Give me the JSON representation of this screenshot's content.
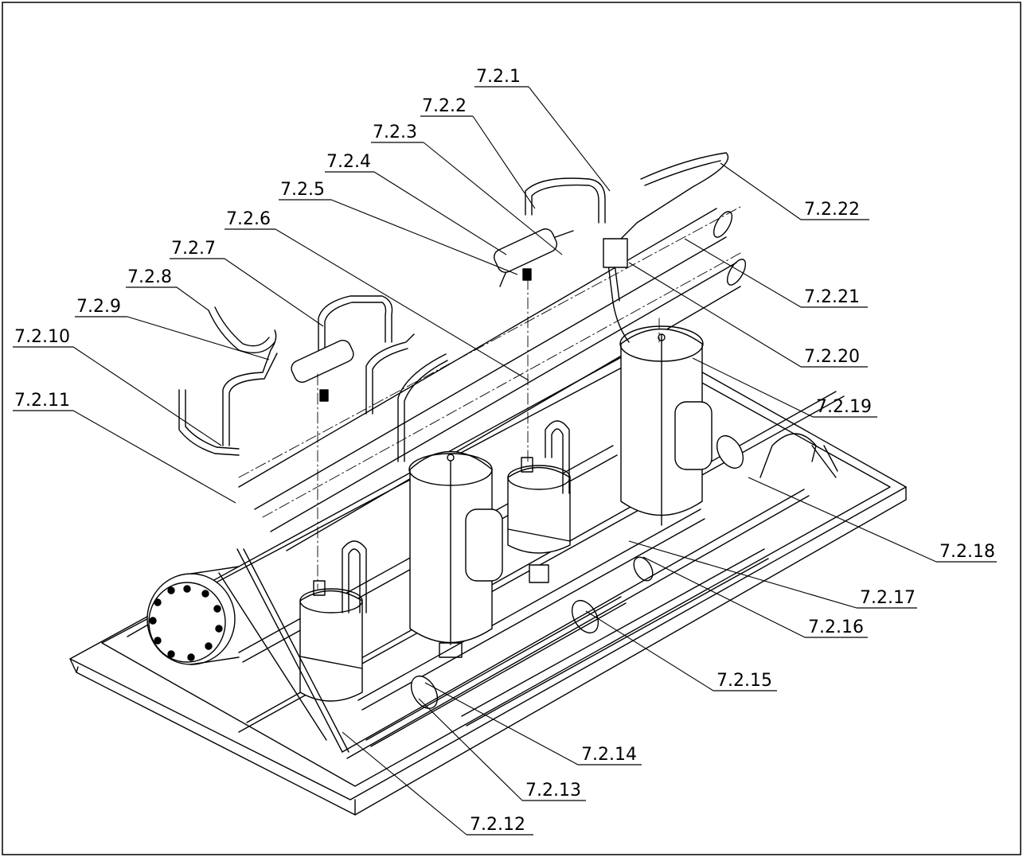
{
  "drawing": {
    "labels": [
      {
        "id": "7.2.1",
        "text": "7.2.1"
      },
      {
        "id": "7.2.2",
        "text": "7.2.2"
      },
      {
        "id": "7.2.3",
        "text": "7.2.3"
      },
      {
        "id": "7.2.4",
        "text": "7.2.4"
      },
      {
        "id": "7.2.5",
        "text": "7.2.5"
      },
      {
        "id": "7.2.6",
        "text": "7.2.6"
      },
      {
        "id": "7.2.7",
        "text": "7.2.7"
      },
      {
        "id": "7.2.8",
        "text": "7.2.8"
      },
      {
        "id": "7.2.9",
        "text": "7.2.9"
      },
      {
        "id": "7.2.10",
        "text": "7.2.10"
      },
      {
        "id": "7.2.11",
        "text": "7.2.11"
      },
      {
        "id": "7.2.12",
        "text": "7.2.12"
      },
      {
        "id": "7.2.13",
        "text": "7.2.13"
      },
      {
        "id": "7.2.14",
        "text": "7.2.14"
      },
      {
        "id": "7.2.15",
        "text": "7.2.15"
      },
      {
        "id": "7.2.16",
        "text": "7.2.16"
      },
      {
        "id": "7.2.17",
        "text": "7.2.17"
      },
      {
        "id": "7.2.18",
        "text": "7.2.18"
      },
      {
        "id": "7.2.19",
        "text": "7.2.19"
      },
      {
        "id": "7.2.20",
        "text": "7.2.20"
      },
      {
        "id": "7.2.21",
        "text": "7.2.21"
      },
      {
        "id": "7.2.22",
        "text": "7.2.22"
      }
    ]
  }
}
